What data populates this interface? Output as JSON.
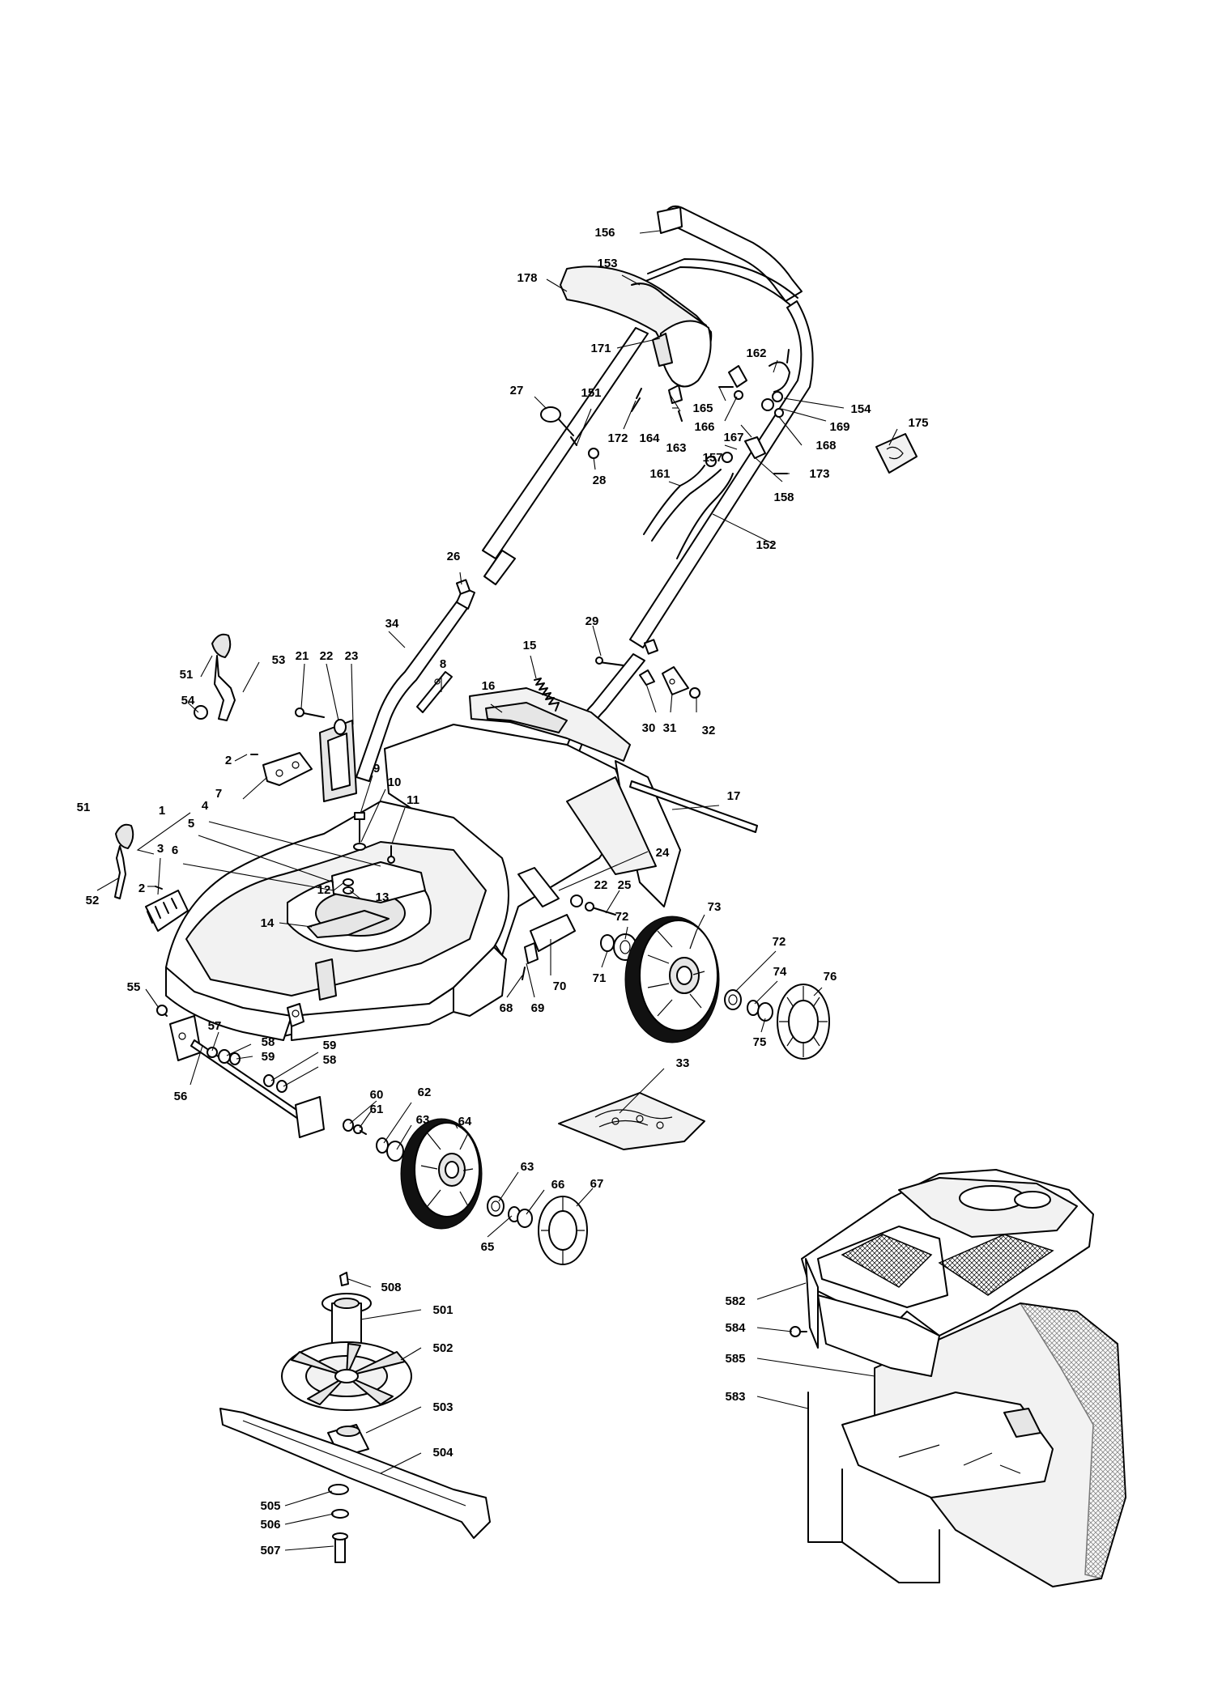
{
  "diagram": {
    "labels": [
      "1",
      "2",
      "3",
      "4",
      "5",
      "6",
      "7",
      "8",
      "9",
      "10",
      "11",
      "12",
      "13",
      "14",
      "15",
      "16",
      "17",
      "21",
      "22",
      "23",
      "24",
      "25",
      "26",
      "27",
      "28",
      "29",
      "30",
      "31",
      "32",
      "33",
      "34",
      "51",
      "52",
      "53",
      "54",
      "55",
      "56",
      "57",
      "58",
      "59",
      "60",
      "61",
      "62",
      "63",
      "64",
      "65",
      "66",
      "67",
      "68",
      "69",
      "70",
      "71",
      "72",
      "73",
      "74",
      "75",
      "76",
      "151",
      "152",
      "153",
      "154",
      "156",
      "157",
      "158",
      "161",
      "162",
      "163",
      "164",
      "165",
      "166",
      "167",
      "168",
      "169",
      "171",
      "172",
      "173",
      "175",
      "178",
      "501",
      "502",
      "503",
      "504",
      "505",
      "506",
      "507",
      "508",
      "582",
      "583",
      "584",
      "585"
    ]
  }
}
